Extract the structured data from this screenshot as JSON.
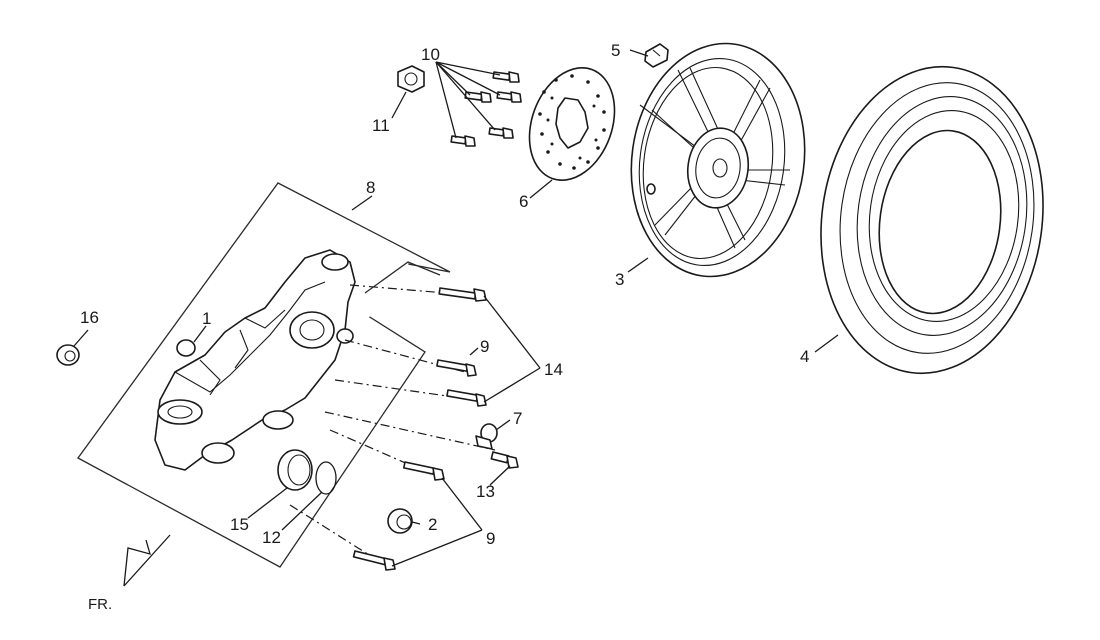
{
  "labels": {
    "p1": "1",
    "p2": "2",
    "p3": "3",
    "p4": "4",
    "p5": "5",
    "p6": "6",
    "p7": "7",
    "p8": "8",
    "p9a": "9",
    "p9b": "9",
    "p10": "10",
    "p11": "11",
    "p12": "12",
    "p13": "13",
    "p14": "14",
    "p15": "15",
    "p16": "16"
  },
  "direction": {
    "label": "FR."
  },
  "icons": {
    "front_arrow": "front-direction-arrow-icon"
  }
}
